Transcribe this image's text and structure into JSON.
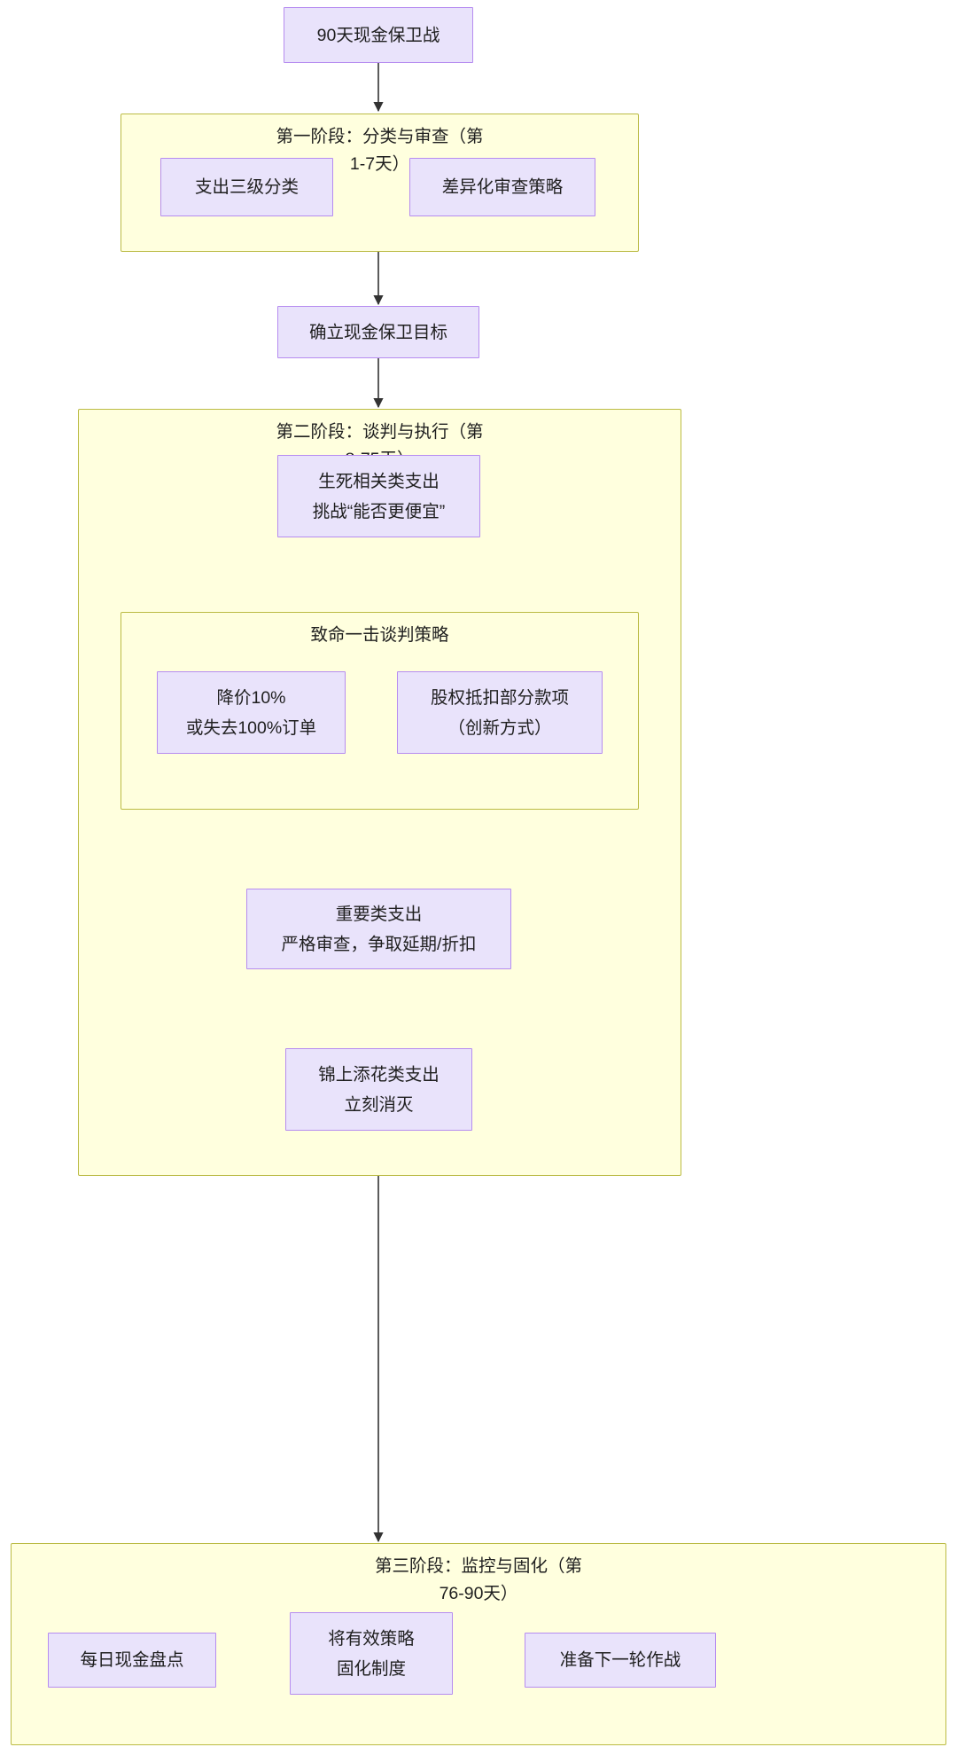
{
  "diagram": {
    "title_node": {
      "label": "90天现金保卫战"
    },
    "phase1": {
      "title": "第一阶段：分类与审查（第\n1-7天）",
      "nodes": [
        {
          "id": "p1n1",
          "label": "支出三级分类"
        },
        {
          "id": "p1n2",
          "label": "差异化审查策略"
        }
      ]
    },
    "goal_node": {
      "label": "确立现金保卫目标"
    },
    "phase2": {
      "title": "第二阶段：谈判与执行（第\n8-75天）",
      "nodes": [
        {
          "id": "p2n1",
          "label": "生死相关类支出\n挑战“能否更便宜”"
        },
        {
          "id": "p2n2",
          "label": "重要类支出\n严格审查，争取延期/折扣"
        },
        {
          "id": "p2n3",
          "label": "锦上添花类支出\n立刻消灭"
        }
      ],
      "inner_cluster": {
        "title": "致命一击谈判策略",
        "nodes": [
          {
            "id": "p2i1",
            "label": "降价10%\n或失去100%订单"
          },
          {
            "id": "p2i2",
            "label": "股权抵扣部分款项\n（创新方式）"
          }
        ]
      }
    },
    "phase3": {
      "title": "第三阶段：监控与固化（第\n76-90天）",
      "nodes": [
        {
          "id": "p3n1",
          "label": "每日现金盘点"
        },
        {
          "id": "p3n2",
          "label": "将有效策略\n固化制度"
        },
        {
          "id": "p3n3",
          "label": "准备下一轮作战"
        }
      ]
    },
    "colors": {
      "node_fill": "#e9e3fb",
      "node_stroke": "#b68cf0",
      "cluster_fill": "#ffffde",
      "cluster_stroke": "#bbbb44",
      "edge": "#333333",
      "text": "#1f1f1f",
      "background": "#ffffff"
    }
  }
}
